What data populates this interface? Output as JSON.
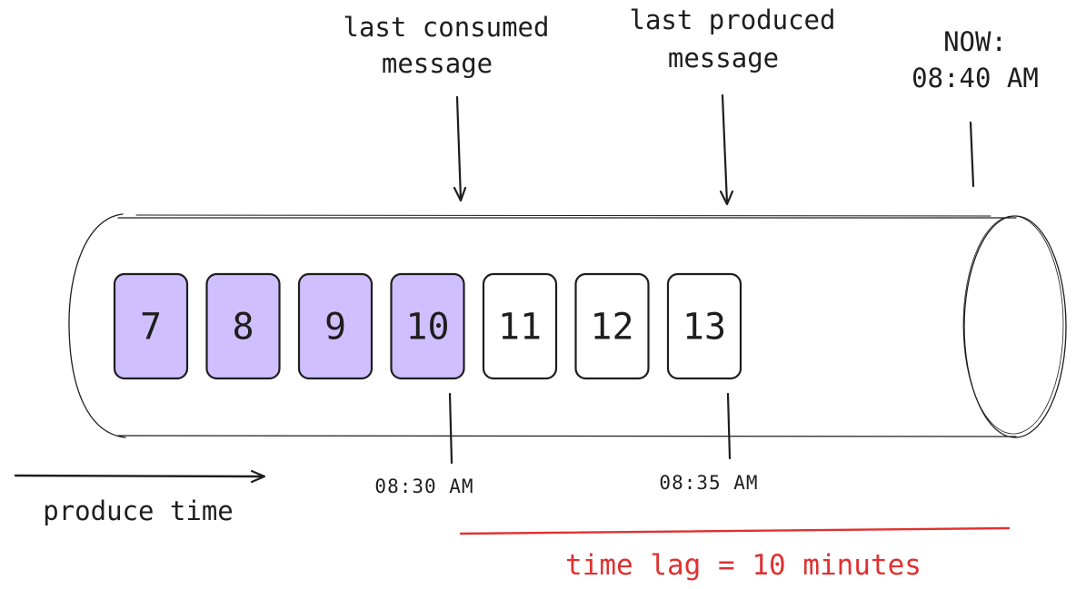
{
  "labels": {
    "last_consumed_line1": "last consumed",
    "last_consumed_line2": "message",
    "last_produced_line1": "last produced",
    "last_produced_line2": "message",
    "now_line1": "NOW:",
    "now_line2": "08:40 AM",
    "consumed_time": "08:30 AM",
    "produced_time": "08:35 AM",
    "produce_time": "produce time",
    "time_lag": "time lag = 10 minutes"
  },
  "messages": [
    {
      "number": "7",
      "consumed": true
    },
    {
      "number": "8",
      "consumed": true
    },
    {
      "number": "9",
      "consumed": true
    },
    {
      "number": "10",
      "consumed": true
    },
    {
      "number": "11",
      "consumed": false
    },
    {
      "number": "12",
      "consumed": false
    },
    {
      "number": "13",
      "consumed": false
    }
  ],
  "colors": {
    "consumed_fill": "#d0bfff",
    "unconsumed_fill": "#ffffff",
    "stroke": "#1e1e1e",
    "lag_red": "#e03131"
  }
}
